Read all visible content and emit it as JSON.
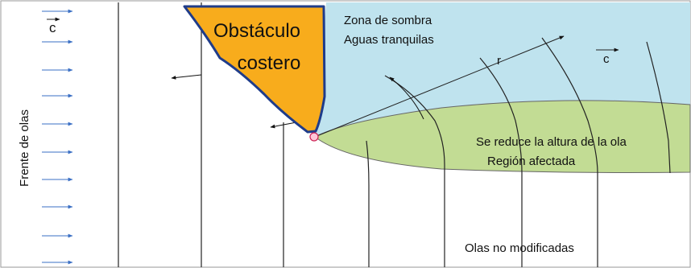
{
  "diagram": {
    "obstacle_label_line1": "Obstáculo",
    "obstacle_label_line2": "costero",
    "shadow_zone_line1": "Zona de sombra",
    "shadow_zone_line2": "Aguas tranquilas",
    "reduced_height_line1": "Se reduce la altura de la ola",
    "reduced_height_line2": "Región afectada",
    "unmodified_waves": "Olas no modificadas",
    "wavefront_label": "Frente de olas",
    "celerity_symbol_left": "c",
    "celerity_symbol_right": "c",
    "radius_symbol": "r"
  },
  "colors": {
    "obstacle_fill": "#f8ac1c",
    "obstacle_stroke": "#1f3c8a",
    "shadow_zone": "#bfe3ee",
    "affected_region": "#c2dc94",
    "arrows": "#3a6fc4",
    "lines": "#222222"
  }
}
